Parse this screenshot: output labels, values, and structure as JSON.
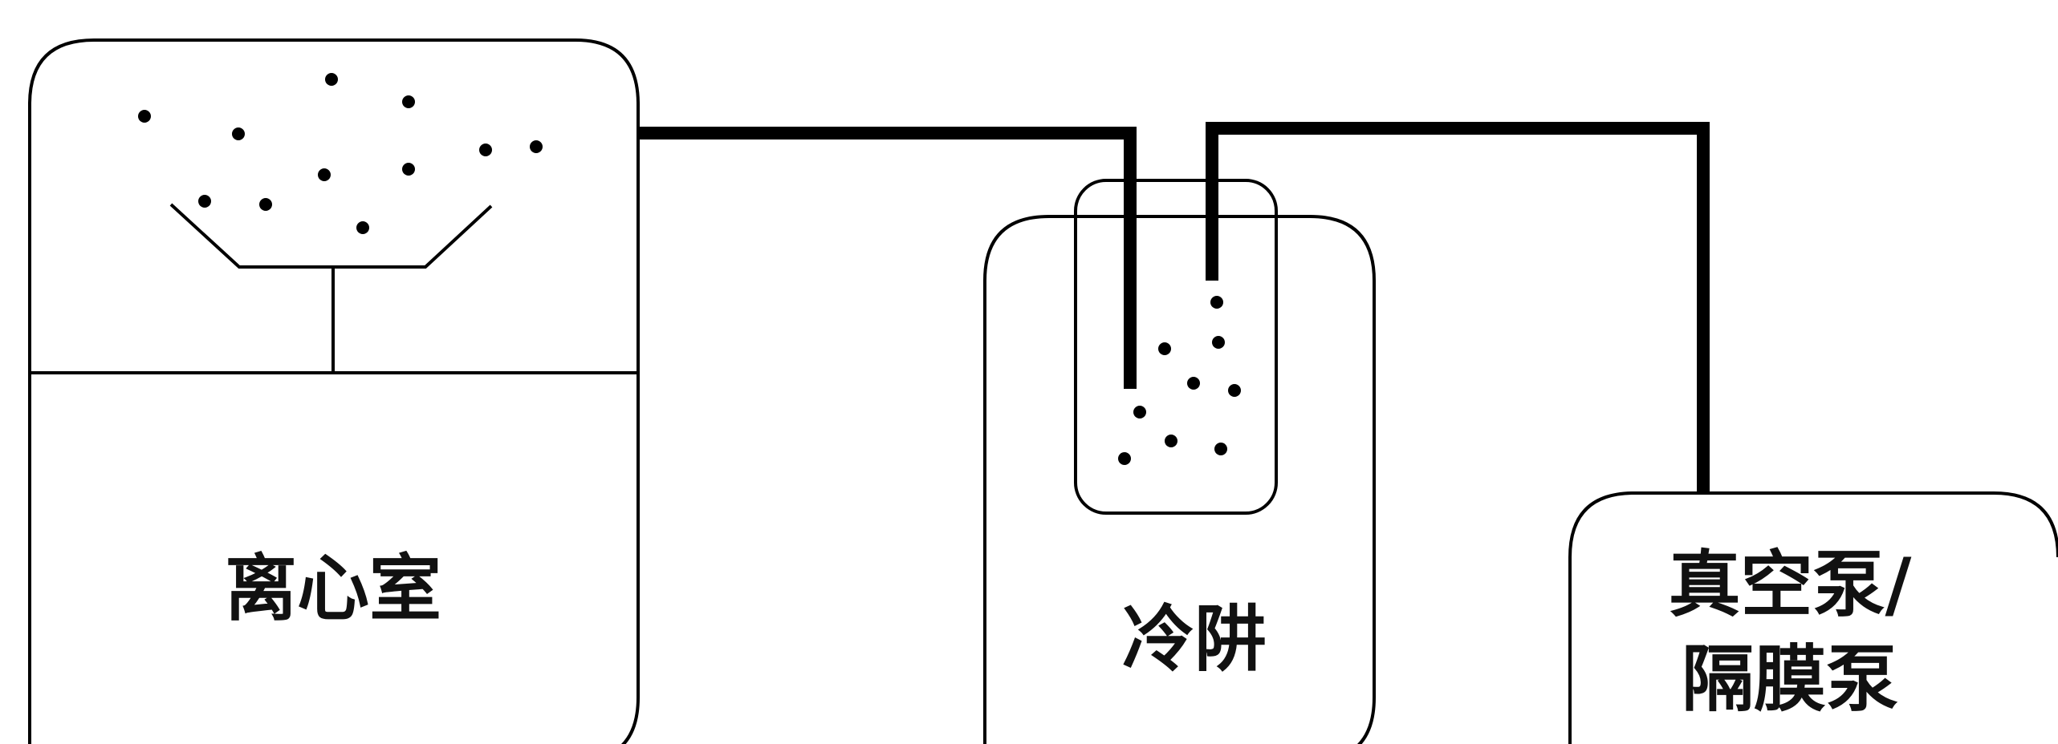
{
  "diagram": {
    "centrifuge_chamber": {
      "label": "离心室"
    },
    "cold_trap": {
      "label": "冷阱"
    },
    "pump": {
      "label_line1": "真空泵/",
      "label_line2": "隔膜泵"
    }
  },
  "colors": {
    "stroke": "#000000",
    "background": "#ffffff"
  }
}
